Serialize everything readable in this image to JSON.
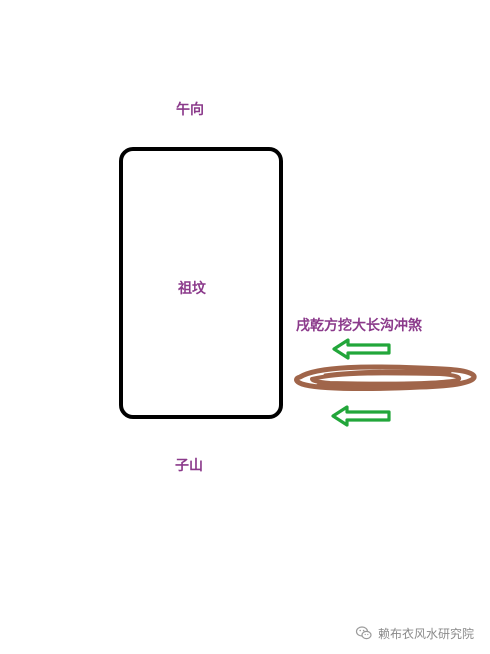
{
  "labels": {
    "top": "午向",
    "center": "祖坟",
    "bottom": "子山",
    "ditch": "戌乾方挖大长沟冲煞"
  },
  "watermark": {
    "text": "赖布衣风水研究院",
    "icon": "wechat-icon"
  },
  "colors": {
    "label": "#8b3a8b",
    "arrow": "#22a63a",
    "ditch": "#a0654a",
    "outline": "#000000"
  }
}
